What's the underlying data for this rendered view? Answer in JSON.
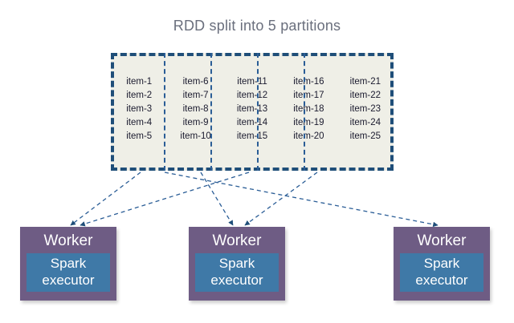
{
  "diagram": {
    "title": "RDD split into 5 partitions",
    "colors": {
      "title_text": "#6a6f7d",
      "rdd_fill": "#efefe7",
      "rdd_border": "#1f4e79",
      "divider": "#2a5d96",
      "arrow": "#2a5d96",
      "arrow_head": "#1f4e79",
      "worker_fill": "#6e5c84",
      "executor_fill": "#3f79a7",
      "worker_text": "#ffffff",
      "item_text": "#1a1a2e"
    },
    "rdd": {
      "partition_count": 5,
      "partitions": [
        {
          "name": "partition-1",
          "items": [
            "item-1",
            "item-2",
            "item-3",
            "item-4",
            "item-5"
          ]
        },
        {
          "name": "partition-2",
          "items": [
            "item-6",
            "item-7",
            "item-8",
            "item-9",
            "item-10"
          ]
        },
        {
          "name": "partition-3",
          "items": [
            "item-11",
            "item-12",
            "item-13",
            "item-14",
            "item-15"
          ]
        },
        {
          "name": "partition-4",
          "items": [
            "item-16",
            "item-17",
            "item-18",
            "item-19",
            "item-20"
          ]
        },
        {
          "name": "partition-5",
          "items": [
            "item-21",
            "item-22",
            "item-23",
            "item-24",
            "item-25"
          ]
        }
      ]
    },
    "workers": [
      {
        "id": "worker-1",
        "label": "Worker",
        "executor_line1": "Spark",
        "executor_line2": "executor"
      },
      {
        "id": "worker-2",
        "label": "Worker",
        "executor_line1": "Spark",
        "executor_line2": "executor"
      },
      {
        "id": "worker-3",
        "label": "Worker",
        "executor_line1": "Spark",
        "executor_line2": "executor"
      }
    ],
    "connections": [
      {
        "from": "partition-1",
        "to": "worker-1"
      },
      {
        "from": "partition-2",
        "to": "worker-2"
      },
      {
        "from": "partition-3",
        "to": "worker-1"
      },
      {
        "from": "partition-4",
        "to": "worker-3"
      },
      {
        "from": "partition-5",
        "to": "worker-2"
      }
    ]
  }
}
